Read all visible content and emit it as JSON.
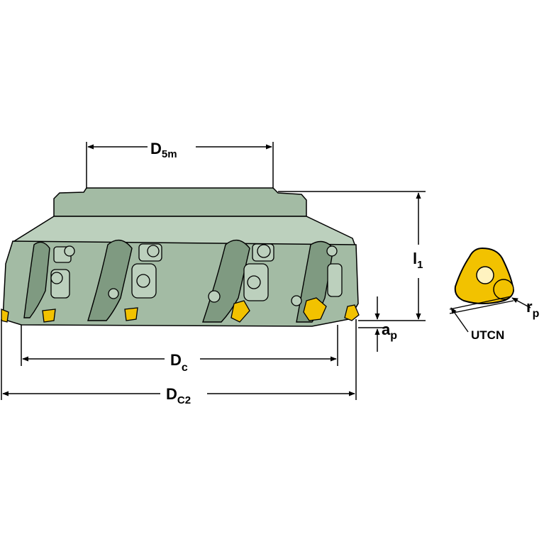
{
  "colors": {
    "body": "#a3bba4",
    "body_light": "#bcd0bd",
    "body_dark": "#7f9a81",
    "insert": "#f2c200",
    "outline": "#000000"
  },
  "labels": {
    "d5m": {
      "main": "D",
      "sub": "5m"
    },
    "l1": {
      "main": "l",
      "sub": "1"
    },
    "ap": {
      "main": "a",
      "sub": "p"
    },
    "dc": {
      "main": "D",
      "sub": "c"
    },
    "dc2": {
      "main": "D",
      "sub": "C2"
    },
    "rp": {
      "main": "r",
      "sub": "p"
    },
    "insert_code": "UTCN"
  }
}
